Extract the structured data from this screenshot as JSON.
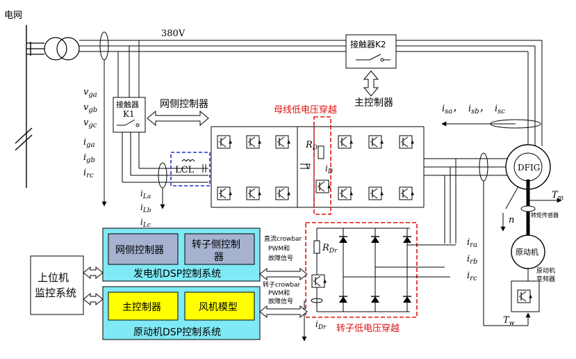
{
  "labels": {
    "grid": "电网",
    "voltage": "380V",
    "contactor_k2": "接触器K2",
    "contactor_k1_line1": "接触器",
    "contactor_k1_line2": "K1",
    "grid_side_controller_arrow": "网侧控制器",
    "main_controller_arrow": "主控制器",
    "bus_lvrt": "母线低电压穿越",
    "rotor_lvrt": "转子低电压穿越",
    "lcl": "LCL",
    "dfig": "DFIG",
    "prime_mover": "原动机",
    "torque_sensor": "转矩传感器",
    "prime_mover_inverter_line1": "原动机",
    "prime_mover_inverter_line2": "变频器",
    "host_line1": "上位机",
    "host_line2": "监控系统",
    "gen_dsp_title": "发电机DSP控制系统",
    "gen_grid_ctrl": "网侧控制器",
    "gen_rotor_ctrl_line1": "转子侧控制",
    "gen_rotor_ctrl_line2": "器",
    "pm_dsp_title": "原动机DSP控制系统",
    "pm_main_ctrl": "主控制器",
    "pm_wind_model": "风机模型",
    "dc_crowbar_line1": "直流crowbar",
    "dc_crowbar_line2": "PWM和",
    "dc_crowbar_line3": "故障信号",
    "rotor_crowbar_line1": "转子crowbar",
    "rotor_crowbar_line2": "PWM和",
    "rotor_crowbar_line3": "故障信号"
  },
  "signals": {
    "vga": "v",
    "vga_sub": "ga",
    "vgb": "v",
    "vgb_sub": "gb",
    "vgc": "v",
    "vgc_sub": "gc",
    "iga": "i",
    "iga_sub": "ga",
    "igb": "i",
    "igb_sub": "gb",
    "irc_left": "i",
    "irc_left_sub": "rc",
    "iLa": "i",
    "iLa_sub": "La",
    "iLb": "i",
    "iLb_sub": "Lb",
    "iLc": "i",
    "iLc_sub": "Lc",
    "isa": "i",
    "isa_sub": "sa",
    "isb": "i",
    "isb_sub": "sb",
    "isc": "i",
    "isc_sub": "sc",
    "sep": "，",
    "RD": "R",
    "RD_sub": "D",
    "iD": "i",
    "iD_sub": "D",
    "vdc": "v",
    "RDr": "R",
    "RDr_sub": "Dr",
    "iDr": "i",
    "iDr_sub": "Dr",
    "ira": "i",
    "ira_sub": "ra",
    "irb": "i",
    "irb_sub": "rb",
    "irc": "i",
    "irc_sub": "rc",
    "n": "n",
    "Tm": "T",
    "Tm_sub": "m",
    "Tw": "T",
    "Tw_sub": "w"
  },
  "colors": {
    "line": "#000000",
    "dsp_box": "#7fe9f5",
    "ctrl_gray": "#a6b2d0",
    "ctrl_yellow": "#ffff00",
    "red_dash": "#e01010",
    "blue_dash": "#1f2fc8",
    "arrow_fill": "#ffffff"
  }
}
